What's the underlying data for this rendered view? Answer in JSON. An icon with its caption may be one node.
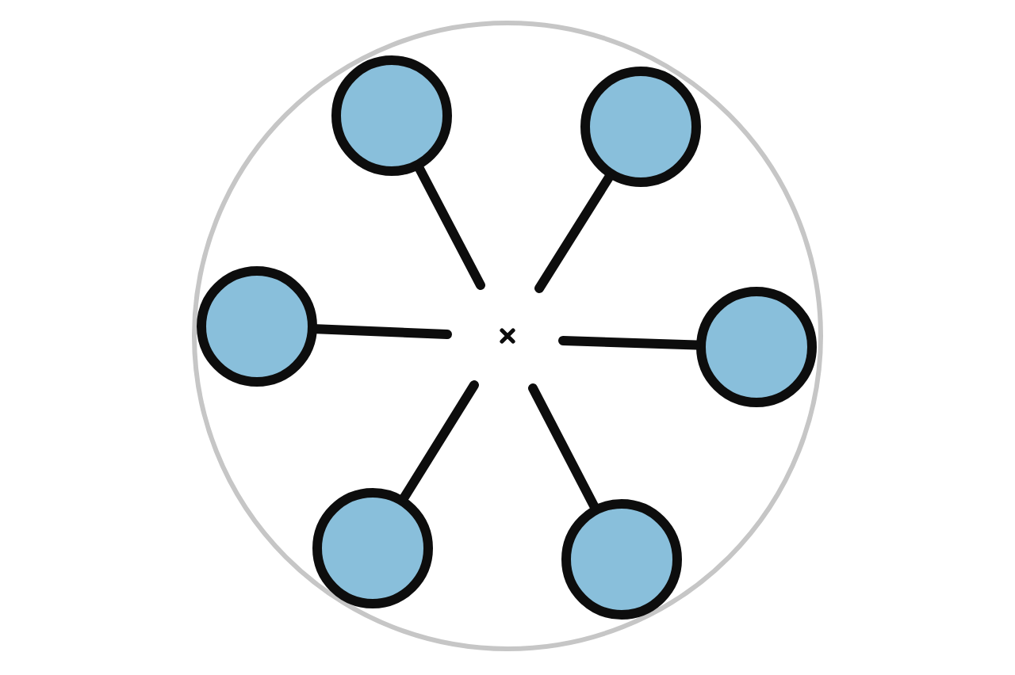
{
  "diagram": {
    "nodes": [
      {
        "text": [],
        "shape": "circle"
      },
      {
        "text": [],
        "shape": "circle",
        "in": 0
      },
      {
        "text": [],
        "shape": "circle",
        "in": 0
      },
      {
        "text": [],
        "shape": "circle",
        "in": 0
      },
      {
        "text": [],
        "shape": "circle",
        "in": 0
      },
      {
        "text": [],
        "shape": "circle",
        "in": 0
      },
      {
        "text": [],
        "shape": "circle",
        "in": 0
      }
    ],
    "edges": [
      {
        "from": 1,
        "to": null,
        "arrow": "none"
      },
      {
        "from": 2,
        "to": null,
        "arrow": "none"
      },
      {
        "from": 3,
        "to": null,
        "arrow": "none"
      },
      {
        "from": 4,
        "to": null,
        "arrow": "none"
      },
      {
        "from": 5,
        "to": null,
        "arrow": "none"
      },
      {
        "from": 6,
        "to": null,
        "arrow": "none"
      }
    ]
  }
}
